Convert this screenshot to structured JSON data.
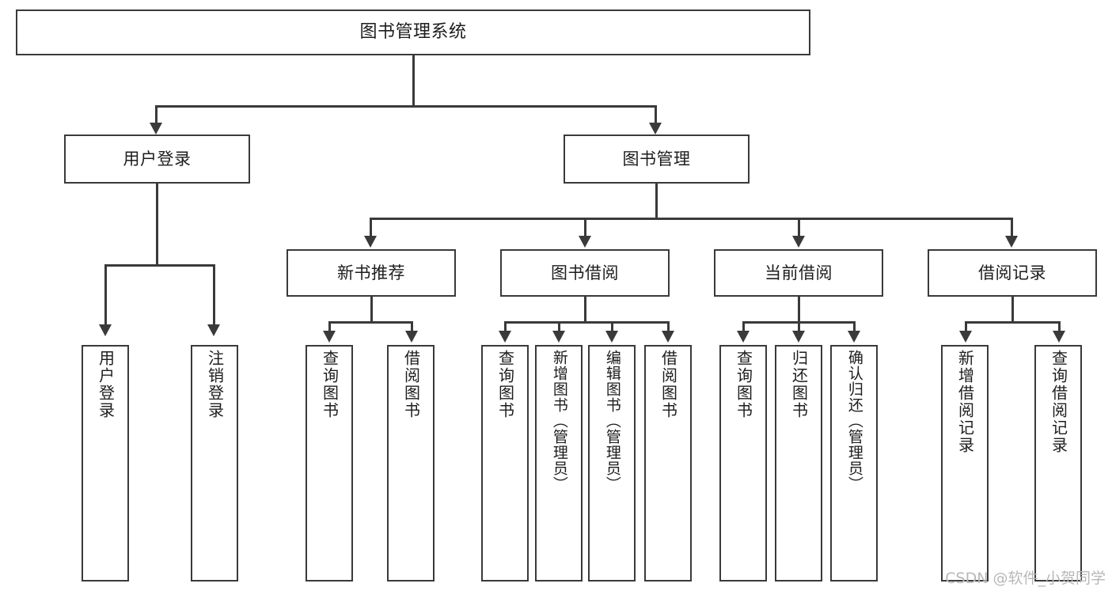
{
  "diagram": {
    "type": "tree-hierarchy",
    "title": "图书管理系统",
    "root": {
      "id": "root",
      "label": "图书管理系统"
    },
    "level2": [
      {
        "id": "user-login",
        "label": "用户登录"
      },
      {
        "id": "book-manage",
        "label": "图书管理"
      }
    ],
    "level3": [
      {
        "id": "new-book-recommend",
        "label": "新书推荐",
        "parent": "book-manage"
      },
      {
        "id": "book-borrow",
        "label": "图书借阅",
        "parent": "book-manage"
      },
      {
        "id": "current-borrow",
        "label": "当前借阅",
        "parent": "book-manage"
      },
      {
        "id": "borrow-record",
        "label": "借阅记录",
        "parent": "book-manage"
      }
    ],
    "leaves": [
      {
        "id": "leaf-user-login",
        "label": "用户登录",
        "parent": "user-login"
      },
      {
        "id": "leaf-logout-login",
        "label": "注销登录",
        "parent": "user-login"
      },
      {
        "id": "leaf-query-book-1",
        "label": "查询图书",
        "parent": "new-book-recommend"
      },
      {
        "id": "leaf-borrow-book-1",
        "label": "借阅图书",
        "parent": "new-book-recommend"
      },
      {
        "id": "leaf-query-book-2",
        "label": "查询图书",
        "parent": "book-borrow"
      },
      {
        "id": "leaf-add-book",
        "label": "新增图书（管理员）",
        "parent": "book-borrow"
      },
      {
        "id": "leaf-edit-book",
        "label": "编辑图书（管理员）",
        "parent": "book-borrow"
      },
      {
        "id": "leaf-borrow-book-2",
        "label": "借阅图书",
        "parent": "book-borrow"
      },
      {
        "id": "leaf-query-book-3",
        "label": "查询图书",
        "parent": "current-borrow"
      },
      {
        "id": "leaf-return-book",
        "label": "归还图书",
        "parent": "current-borrow"
      },
      {
        "id": "leaf-confirm-return",
        "label": "确认归还（管理员）",
        "parent": "current-borrow"
      },
      {
        "id": "leaf-add-record",
        "label": "新增借阅记录",
        "parent": "borrow-record"
      },
      {
        "id": "leaf-query-record",
        "label": "查询借阅记录",
        "parent": "borrow-record"
      }
    ]
  },
  "watermark": {
    "text": "CSDN @软件_小贺同学"
  },
  "colors": {
    "border": "#3a3a3a",
    "background": "#ffffff",
    "text": "#1d1d1d",
    "watermark": "#b8b8b8"
  }
}
